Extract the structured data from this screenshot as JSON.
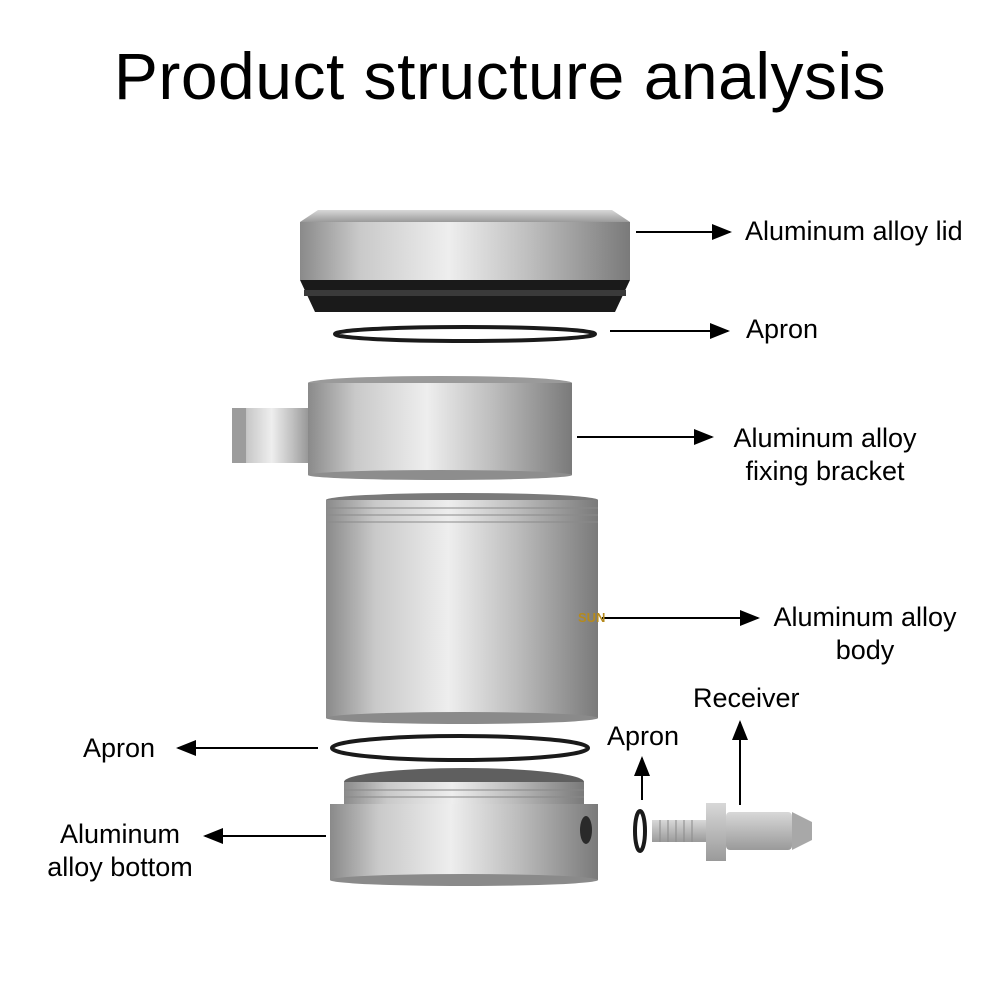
{
  "title": "Product structure analysis",
  "labels": {
    "lid": "Aluminum alloy lid",
    "apron_top": "Apron",
    "bracket_line1": "Aluminum alloy",
    "bracket_line2": "fixing bracket",
    "body_line1": "Aluminum alloy",
    "body_line2": "body",
    "receiver": "Receiver",
    "apron_small": "Apron",
    "apron_left": "Apron",
    "bottom_line1": "Aluminum",
    "bottom_line2": "alloy bottom"
  },
  "brand_text": "SUN",
  "colors": {
    "metal_light": "#e6e6e6",
    "metal_mid": "#b9b9b9",
    "metal_dark": "#7d7d7d",
    "rubber": "#1a1a1a",
    "text": "#000000"
  }
}
